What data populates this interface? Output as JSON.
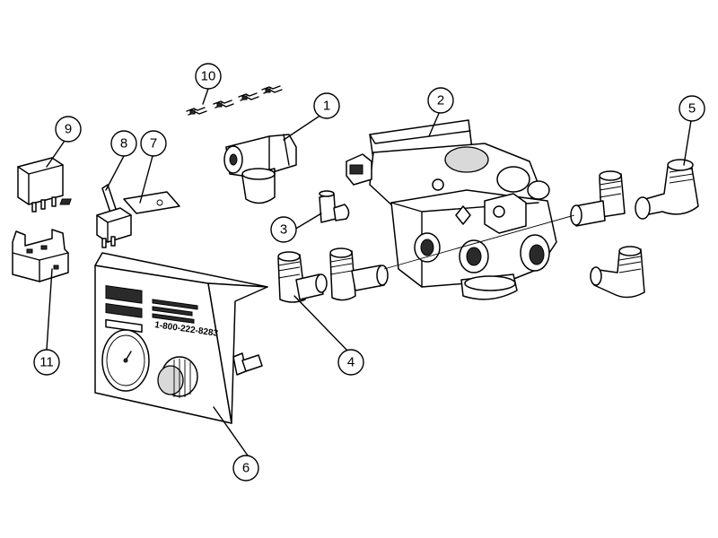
{
  "callouts": [
    {
      "id": "c1",
      "label": "1"
    },
    {
      "id": "c2",
      "label": "2"
    },
    {
      "id": "c3",
      "label": "3"
    },
    {
      "id": "c4",
      "label": "4"
    },
    {
      "id": "c5",
      "label": "5"
    },
    {
      "id": "c6",
      "label": "6"
    },
    {
      "id": "c7",
      "label": "7"
    },
    {
      "id": "c8",
      "label": "8"
    },
    {
      "id": "c9",
      "label": "9"
    },
    {
      "id": "c10",
      "label": "10"
    },
    {
      "id": "c11",
      "label": "11"
    }
  ],
  "plate": {
    "phone": "1-800-222-8283"
  }
}
